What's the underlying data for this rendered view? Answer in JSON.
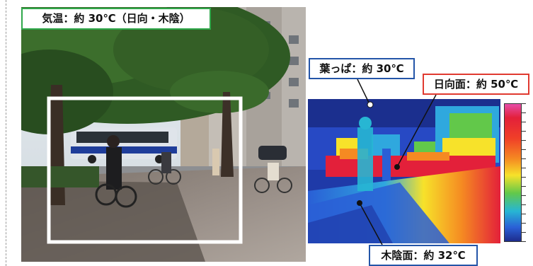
{
  "labels": {
    "air_temp": "気温：約 30℃（日向・木陰）",
    "leaves": "葉っぱ：約 30℃",
    "sunny_surface": "日向面：約 50℃",
    "shade_surface": "木陰面：約 32℃"
  },
  "colors": {
    "air_temp_border": "#2fa84a",
    "leaves_border": "#2455a8",
    "sunny_border": "#e03a30",
    "shade_border": "#2455a8"
  }
}
